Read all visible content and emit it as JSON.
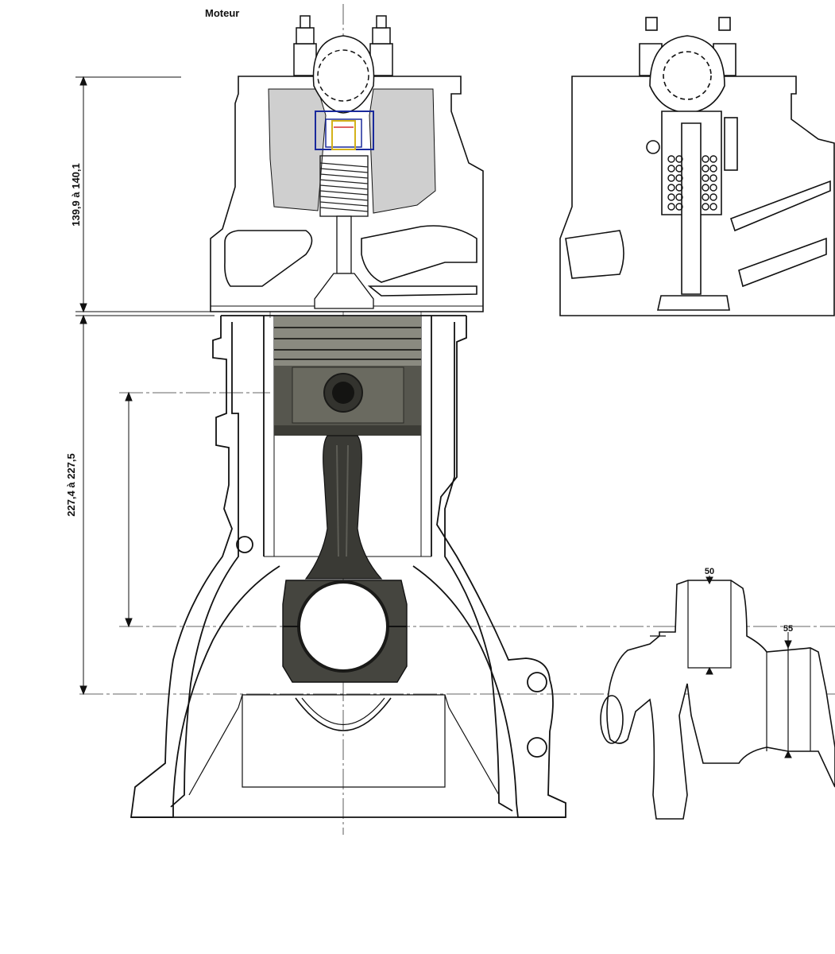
{
  "title": "Moteur",
  "dimensions": {
    "head_height": "139,9 à 140,1",
    "block_height": "227,4 à 227,5",
    "crank_pin_width": "50",
    "main_journal_width": "55"
  },
  "colors": {
    "line": "#111111",
    "shade": "#cfcfcf",
    "valve_cage": "#1a2a9c",
    "retainer": "#d4b21a",
    "piston": "#4a4a44",
    "rod": "#2e2e2a"
  }
}
